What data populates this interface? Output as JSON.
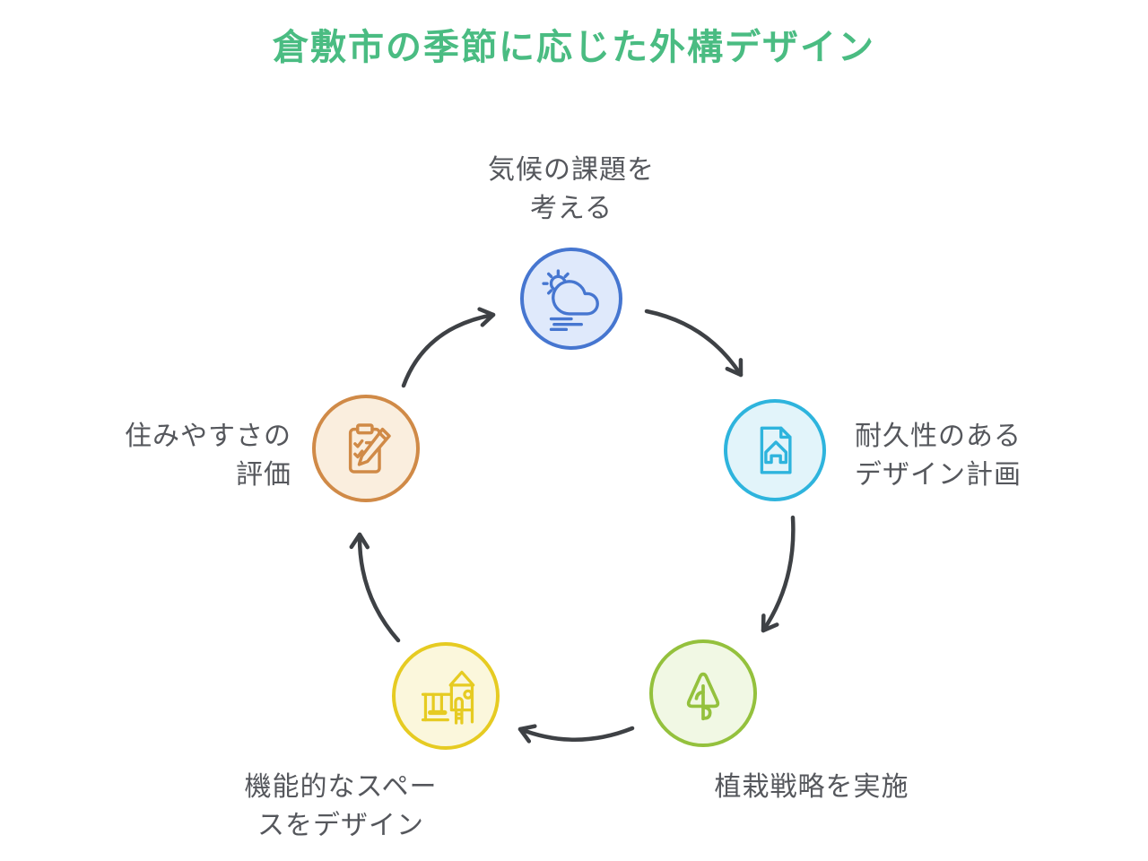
{
  "title": "倉敷市の季節に応じた外構デザイン",
  "colors": {
    "title": "#4abc82",
    "label_text": "#55575c",
    "arrow": "#3e4145",
    "climate_border": "#4676d0",
    "climate_fill": "#dfe9fb",
    "plan_border": "#2eb4dd",
    "plan_fill": "#e2f4fa",
    "planting_border": "#94c13d",
    "planting_fill": "#f1f8e4",
    "space_border": "#e6cb22",
    "space_fill": "#fbf7dc",
    "livability_border": "#d08a47",
    "livability_fill": "#faeede"
  },
  "nodes": [
    {
      "id": "climate",
      "icon": "sun-cloud-weather-icon",
      "label": [
        "気候の課題を",
        "考える"
      ]
    },
    {
      "id": "plan",
      "icon": "house-document-icon",
      "label": [
        "耐久性のある",
        "デザイン計画"
      ]
    },
    {
      "id": "planting",
      "icon": "tree-icon",
      "label": [
        "植栽戦略を実施"
      ]
    },
    {
      "id": "space",
      "icon": "playground-icon",
      "label": [
        "機能的なスペー",
        "スをデザイン"
      ]
    },
    {
      "id": "livability",
      "icon": "clipboard-pencil-icon",
      "label": [
        "住みやすさの",
        "評価"
      ]
    }
  ]
}
